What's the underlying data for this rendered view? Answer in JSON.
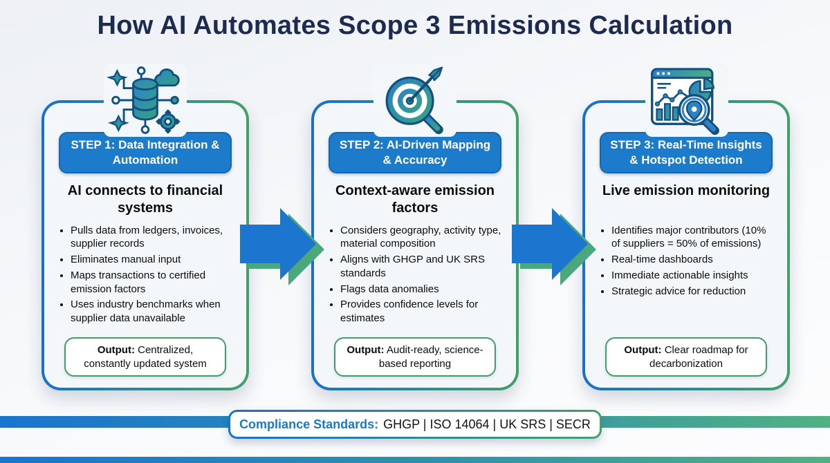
{
  "title": "How AI Automates Scope 3 Emissions Calculation",
  "steps": [
    {
      "icon": "data-integration-icon",
      "badge": "STEP 1: Data Integration & Automation",
      "subtitle": "AI connects to financial systems",
      "bullets": [
        "Pulls data from ledgers, invoices, supplier records",
        "Eliminates manual input",
        "Maps transactions to certified emission factors",
        "Uses industry benchmarks when supplier data unavailable"
      ],
      "output_label": "Output:",
      "output_text": "Centralized, constantly updated system"
    },
    {
      "icon": "target-accuracy-icon",
      "badge": "STEP 2: AI-Driven Mapping & Accuracy",
      "subtitle": "Context-aware emission factors",
      "bullets": [
        "Considers geography, activity type, material composition",
        "Aligns with GHGP and UK SRS standards",
        "Flags data anomalies",
        "Provides confidence levels for estimates"
      ],
      "output_label": "Output:",
      "output_text": "Audit-ready, science-based reporting"
    },
    {
      "icon": "dashboard-hotspot-icon",
      "badge": "STEP 3: Real-Time Insights & Hotspot Detection",
      "subtitle": "Live emission monitoring",
      "bullets": [
        "Identifies major contributors (10% of suppliers = 50% of emissions)",
        "Real-time dashboards",
        "Immediate actionable insights",
        "Strategic advice for reduction"
      ],
      "output_label": "Output:",
      "output_text": "Clear roadmap for decarbonization"
    }
  ],
  "footer": {
    "compliance_label": "Compliance Standards:",
    "compliance_value": "GHGP | ISO 14064 | UK SRS | SECR"
  },
  "colors": {
    "accent_blue": "#1d7bcb",
    "accent_green": "#42a06a",
    "title_navy": "#1d2b50",
    "gradient_border": "linear 90deg #1a70c8 to #42a06a"
  }
}
